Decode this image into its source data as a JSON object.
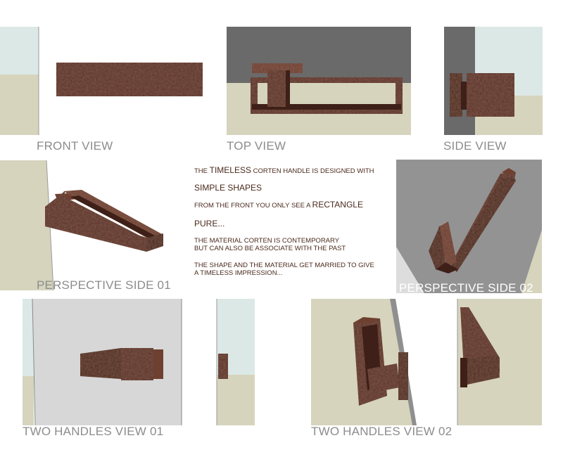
{
  "colors": {
    "corten": "#5c3327",
    "corten_dark": "#3e2018",
    "corten_light": "#6e4030",
    "sky": "#dce8e6",
    "ground": "#d6d4bd",
    "wall_dark": "#6a6a6a",
    "wall_grey": "#939393",
    "wall_light": "#dddddd",
    "caption": "#8c8c8c",
    "text": "#4a2a1c"
  },
  "views": {
    "front": "FRONT VIEW",
    "top": "TOP VIEW",
    "side": "SIDE VIEW",
    "persp1": "PERSPECTIVE SIDE 01",
    "persp2": "PERSPECTIVE SIDE 02",
    "two1": "TWO HANDLES VIEW 01",
    "two2": "TWO HANDLES VIEW 02"
  },
  "description": {
    "l1_a": "THE ",
    "l1_b": "TIMELESS",
    "l1_c": " CORTEN HANDLE IS DESIGNED WITH",
    "l2": "SIMPLE SHAPES",
    "l3_a": "FROM THE FRONT YOU ONLY SEE A ",
    "l3_b": "RECTANGLE",
    "l4": "PURE...",
    "l5a": "THE MATERIAL CORTEN IS CONTEMPORARY",
    "l5b": "BUT CAN ALSO BE ASSOCIATE WITH THE PAST",
    "l6a": "THE SHAPE AND THE MATERIAL GET MARRIED TO GIVE",
    "l6b": "A TIMELESS IMPRESSION..."
  }
}
